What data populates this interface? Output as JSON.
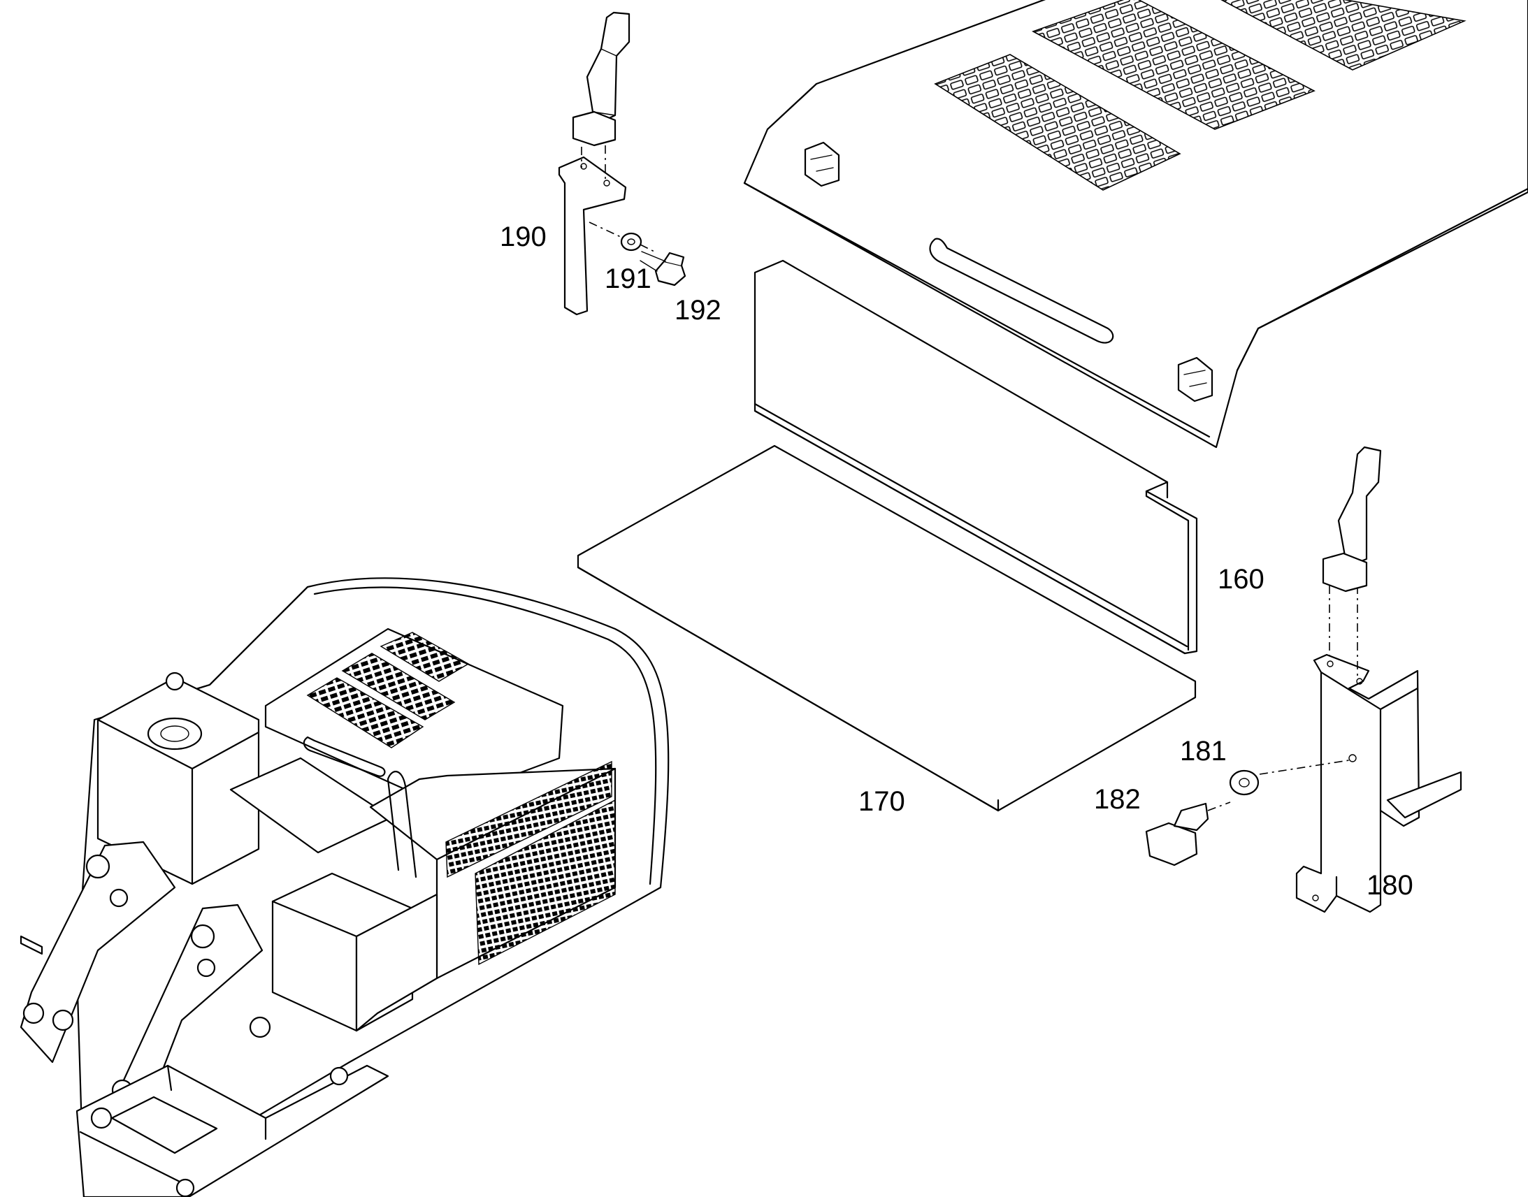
{
  "callouts": {
    "c160": "160",
    "c170": "170",
    "c180": "180",
    "c181": "181",
    "c182": "182",
    "c190": "190",
    "c191": "191",
    "c192": "192"
  },
  "colors": {
    "line": "#000000",
    "background": "#ffffff"
  }
}
